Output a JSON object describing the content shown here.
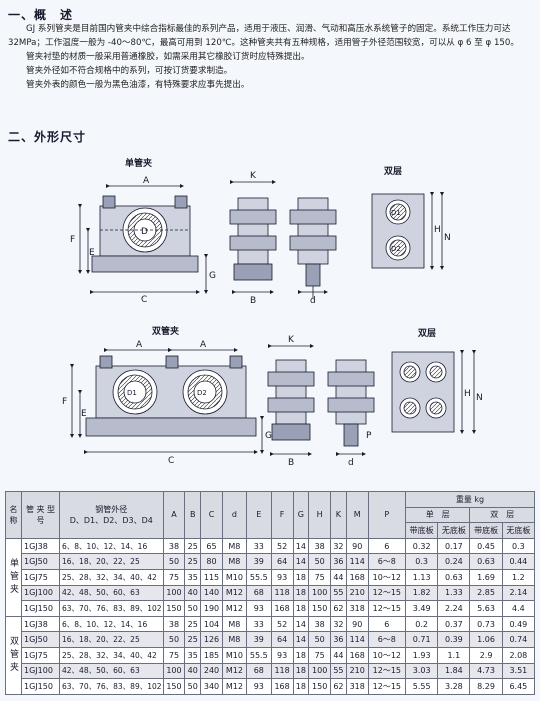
{
  "section1": {
    "title": "一、概　述",
    "paragraphs": [
      "GJ 系列管夹是目前国内管夹中综合指标最佳的系列产品，适用于液压、润滑、气动和高压水系统管子的固定。系统工作压力可达32MPa；工作温度一般为 -40～80℃，最高可用到 120℃。这种管夹共有五种规格，适用管子外径范围较宽，可以从 φ 6 至 φ 150。",
      "管夹衬垫的材质一般采用普通橡胶，如需采用其它橡胶订货时应特殊提出。",
      "管夹外径如不符合规格中的系列，可按订货要求制造。",
      "管夹外表的颜色一般为黑色油漆，有特殊要求应事先提出。"
    ]
  },
  "section2": {
    "title": "二、外形尺寸",
    "labels": {
      "single": "单管夹",
      "double": "双管夹",
      "layer1": "双层",
      "layer2": "双层"
    },
    "dims": {
      "A": "A",
      "B": "B",
      "C": "C",
      "D": "D",
      "D1": "D1",
      "D2": "D2",
      "F": "F",
      "E": "E",
      "G": "G",
      "H": "H",
      "K": "K",
      "N": "N",
      "P": "P",
      "d": "d"
    }
  },
  "table": {
    "header": {
      "name": "名称",
      "model": "管 夹 型 号",
      "od_title": "钢管外径",
      "od_sub": "D、D1、D2、D3、D4",
      "cols": [
        "A",
        "B",
        "C",
        "d",
        "E",
        "F",
        "G",
        "H",
        "K",
        "M",
        "P"
      ],
      "weight": "重量 kg",
      "single_layer": "单　层",
      "double_layer": "双　层",
      "with_plate": "带底板",
      "no_plate": "无底板"
    },
    "groups": [
      {
        "name": "单管夹",
        "rows": [
          {
            "model": "1GJ38",
            "od": "6、8、10、12、14、16",
            "v": [
              "38",
              "25",
              "65",
              "M8",
              "33",
              "52",
              "14",
              "38",
              "32",
              "90",
              "6"
            ],
            "w": [
              "0.32",
              "0.17",
              "0.45",
              "0.3"
            ]
          },
          {
            "model": "1GJ50",
            "od": "16、18、20、22、25",
            "v": [
              "50",
              "25",
              "80",
              "M8",
              "39",
              "64",
              "14",
              "50",
              "36",
              "114",
              "6～8"
            ],
            "w": [
              "0.3",
              "0.24",
              "0.63",
              "0.44"
            ]
          },
          {
            "model": "1GJ75",
            "od": "25、28、32、34、40、42",
            "v": [
              "75",
              "35",
              "115",
              "M10",
              "55.5",
              "93",
              "18",
              "75",
              "44",
              "168",
              "10～12"
            ],
            "w": [
              "1.13",
              "0.63",
              "1.69",
              "1.2"
            ]
          },
          {
            "model": "1GJ100",
            "od": "42、48、50、60、63",
            "v": [
              "100",
              "40",
              "140",
              "M12",
              "68",
              "118",
              "18",
              "100",
              "55",
              "210",
              "12～15"
            ],
            "w": [
              "1.82",
              "1.33",
              "2.85",
              "2.14"
            ]
          },
          {
            "model": "1GJ150",
            "od": "63、70、76、83、89、102",
            "v": [
              "150",
              "50",
              "190",
              "M12",
              "93",
              "168",
              "18",
              "150",
              "62",
              "318",
              "12～15"
            ],
            "w": [
              "3.49",
              "2.24",
              "5.63",
              "4.4"
            ]
          }
        ]
      },
      {
        "name": "双管夹",
        "rows": [
          {
            "model": "1GJ38",
            "od": "6、8、10、12、14、16",
            "v": [
              "38",
              "25",
              "104",
              "M8",
              "33",
              "52",
              "14",
              "38",
              "32",
              "90",
              "6"
            ],
            "w": [
              "0.2",
              "0.37",
              "0.73",
              "0.49"
            ]
          },
          {
            "model": "1GJ50",
            "od": "16、18、20、22、25",
            "v": [
              "50",
              "25",
              "126",
              "M8",
              "39",
              "64",
              "14",
              "50",
              "36",
              "114",
              "6～8"
            ],
            "w": [
              "0.71",
              "0.39",
              "1.06",
              "0.74"
            ]
          },
          {
            "model": "1GJ75",
            "od": "25、28、32、34、40、42",
            "v": [
              "75",
              "35",
              "185",
              "M10",
              "55.5",
              "93",
              "18",
              "75",
              "44",
              "168",
              "10～12"
            ],
            "w": [
              "1.93",
              "1.1",
              "2.9",
              "2.08"
            ]
          },
          {
            "model": "1GJ100",
            "od": "42、48、50、60、63",
            "v": [
              "100",
              "40",
              "240",
              "M12",
              "68",
              "118",
              "18",
              "100",
              "55",
              "210",
              "12～15"
            ],
            "w": [
              "3.03",
              "1.84",
              "4.73",
              "3.51"
            ]
          },
          {
            "model": "1GJ150",
            "od": "63、70、76、83、89、102",
            "v": [
              "150",
              "50",
              "340",
              "M12",
              "93",
              "168",
              "18",
              "150",
              "62",
              "318",
              "12～15"
            ],
            "w": [
              "5.55",
              "3.28",
              "8.29",
              "6.45"
            ]
          }
        ]
      }
    ]
  }
}
